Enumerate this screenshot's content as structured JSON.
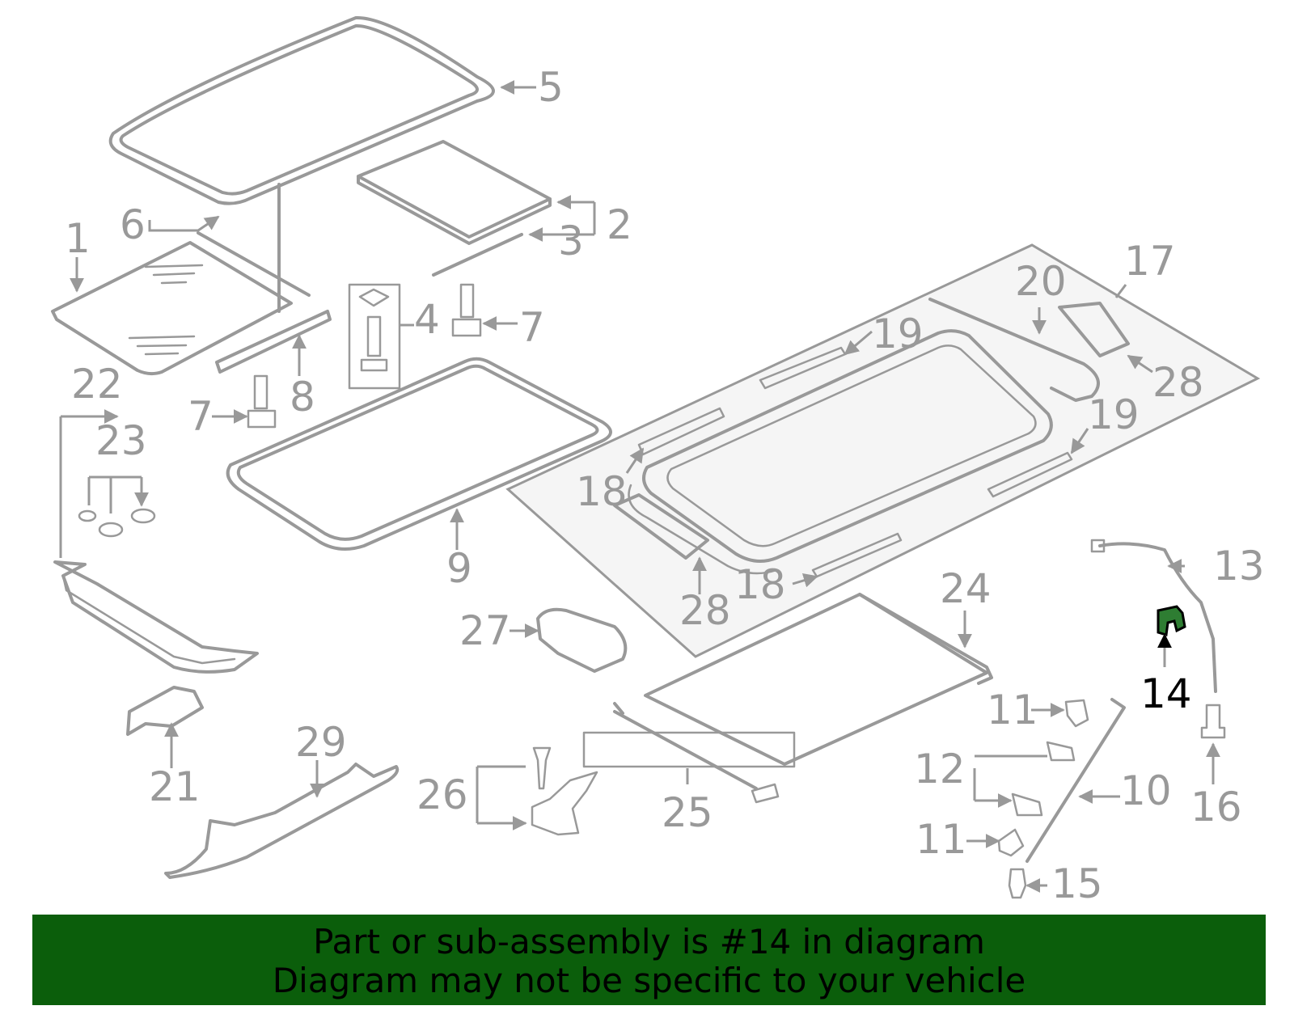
{
  "diagram": {
    "highlight_part": "14",
    "colors": {
      "line": "#999999",
      "highlight": "#000000",
      "part_fill": "#2e7d32",
      "banner": "#0b5e0b"
    },
    "callouts": [
      {
        "id": "c1",
        "text": "1"
      },
      {
        "id": "c2",
        "text": "2"
      },
      {
        "id": "c3",
        "text": "3"
      },
      {
        "id": "c4",
        "text": "4"
      },
      {
        "id": "c5",
        "text": "5"
      },
      {
        "id": "c6",
        "text": "6"
      },
      {
        "id": "c7a",
        "text": "7"
      },
      {
        "id": "c7b",
        "text": "7"
      },
      {
        "id": "c8",
        "text": "8"
      },
      {
        "id": "c9",
        "text": "9"
      },
      {
        "id": "c10",
        "text": "10"
      },
      {
        "id": "c11a",
        "text": "11"
      },
      {
        "id": "c11b",
        "text": "11"
      },
      {
        "id": "c12",
        "text": "12"
      },
      {
        "id": "c13",
        "text": "13"
      },
      {
        "id": "c14",
        "text": "14"
      },
      {
        "id": "c15",
        "text": "15"
      },
      {
        "id": "c16",
        "text": "16"
      },
      {
        "id": "c17",
        "text": "17"
      },
      {
        "id": "c18a",
        "text": "18"
      },
      {
        "id": "c18b",
        "text": "18"
      },
      {
        "id": "c19a",
        "text": "19"
      },
      {
        "id": "c19b",
        "text": "19"
      },
      {
        "id": "c20",
        "text": "20"
      },
      {
        "id": "c21",
        "text": "21"
      },
      {
        "id": "c22",
        "text": "22"
      },
      {
        "id": "c23",
        "text": "23"
      },
      {
        "id": "c24",
        "text": "24"
      },
      {
        "id": "c25",
        "text": "25"
      },
      {
        "id": "c26",
        "text": "26"
      },
      {
        "id": "c27",
        "text": "27"
      },
      {
        "id": "c28a",
        "text": "28"
      },
      {
        "id": "c28b",
        "text": "28"
      },
      {
        "id": "c29",
        "text": "29"
      }
    ]
  },
  "banner": {
    "line1": "Part or sub-assembly is #14 in diagram",
    "line2": "Diagram may not be specific to your vehicle"
  }
}
